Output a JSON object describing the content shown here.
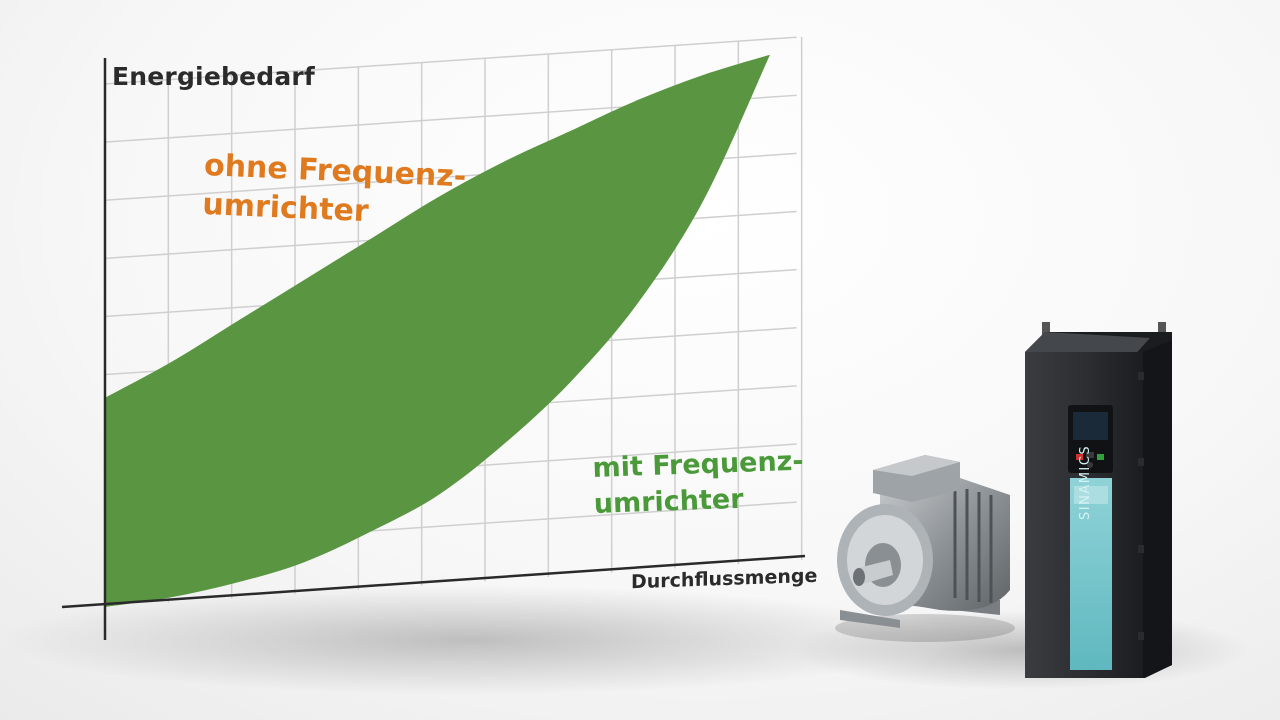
{
  "chart_data": {
    "type": "area",
    "ylabel": "Energiebedarf",
    "xlabel": "Durchflussmenge",
    "xlim": [
      0,
      100
    ],
    "ylim": [
      0,
      100
    ],
    "grid": true,
    "series": [
      {
        "name": "ohne Frequenz-\numrichter",
        "x": [
          0,
          10,
          20,
          30,
          40,
          50,
          60,
          70,
          80,
          90,
          100
        ],
        "y": [
          40,
          46,
          53,
          60,
          67,
          74,
          80,
          85,
          90,
          94,
          97
        ],
        "color": "#e07a1f"
      },
      {
        "name": "mit Frequenz-\numrichter",
        "x": [
          0,
          10,
          20,
          30,
          40,
          50,
          60,
          70,
          80,
          90,
          100
        ],
        "y": [
          0,
          1,
          3,
          6,
          11,
          17,
          26,
          37,
          51,
          70,
          97
        ],
        "color": "#4a9a3a"
      }
    ],
    "fill_color": "#5a9642"
  },
  "device": {
    "brand": "SINAMICS",
    "name": "SINAMICS",
    "icons": [
      "electric-motor-icon",
      "frequency-inverter-icon"
    ]
  }
}
